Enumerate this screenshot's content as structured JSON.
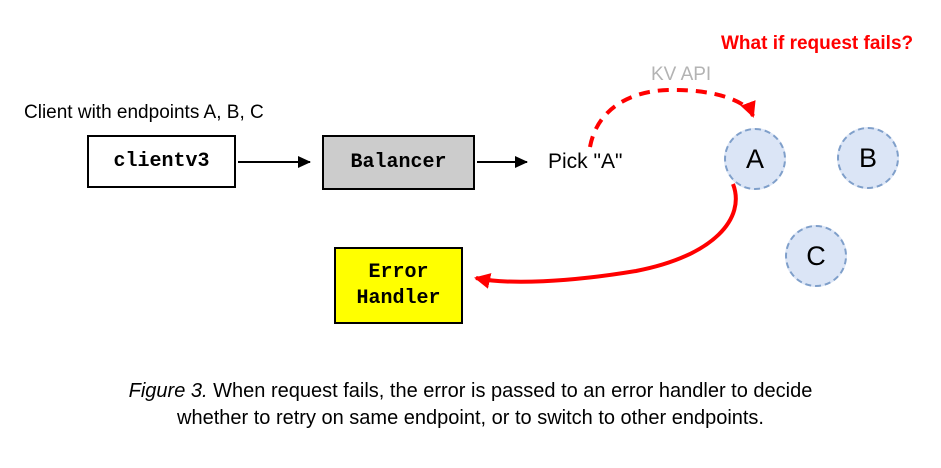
{
  "annotations": {
    "question": "What if request fails?",
    "kv_api": "KV API",
    "client_label": "Client with endpoints A, B, C",
    "pick_label": "Pick \"A\""
  },
  "nodes": {
    "client": "clientv3",
    "balancer": "Balancer",
    "error_handler_line1": "Error",
    "error_handler_line2": "Handler",
    "endpoints": [
      "A",
      "B",
      "C"
    ]
  },
  "caption": {
    "figure_label": "Figure 3.",
    "line1": " When request fails, the error is passed to an error handler to decide",
    "line2": "whether to retry on same endpoint, or to switch to other endpoints."
  },
  "colors": {
    "accent_red": "#ff0000",
    "gray_label": "#b3b3b3",
    "balancer_fill": "#cccccc",
    "error_fill": "#ffff00",
    "endpoint_fill": "#dbe5f6",
    "endpoint_border": "#7f9fca"
  }
}
